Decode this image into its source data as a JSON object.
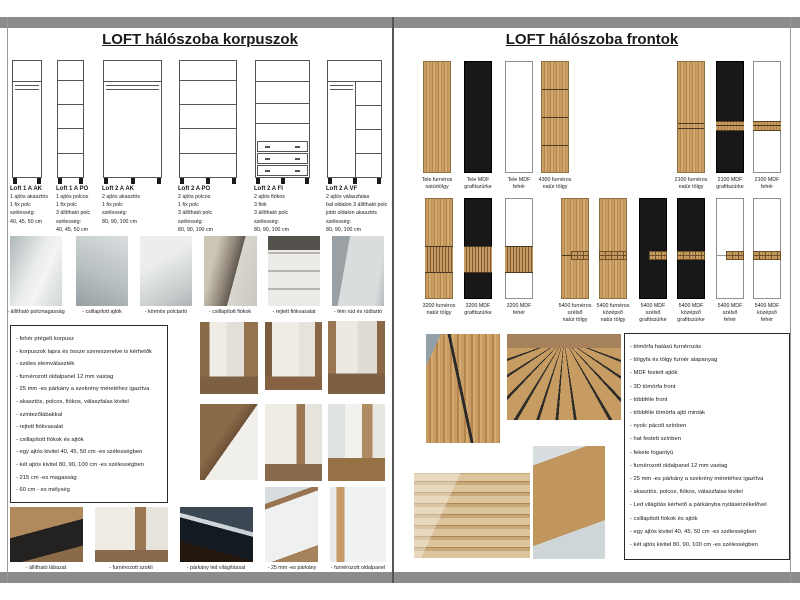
{
  "left_page": {
    "title": "LOFT hálószoba korpuszok",
    "cabinets": [
      {
        "name": "Loft 1 A AK",
        "desc": "1 ajtós akasztós\n1 fix polc\nszélesség:\n40, 45, 50 cm"
      },
      {
        "name": "Loft 1 A PO",
        "desc": "1 ajtós polcos\n1 fix polc\n3 állítható polc\nszélesség:\n40, 45, 50 cm"
      },
      {
        "name": "Loft 2 A AK",
        "desc": "2 ajtós akasztós\n1 fix polc\nszélesség:\n80, 90, 100 cm"
      },
      {
        "name": "Loft 2 A PO",
        "desc": "2 ajtós polcos\n1 fix polc\n3 állítható polc\nszélesség:\n80, 90, 100 cm"
      },
      {
        "name": "Loft 2 A FI",
        "desc": "2 ajtós fiókos\n3 fiók\n3 állítható polc\nszélesség:\n80, 90, 100 cm"
      },
      {
        "name": "Loft 2 A VF",
        "desc": "2 ajtós válaszfalas\nbal oldalon 3 állítható polc\njobb oldalon akasztós\nszélesség:\n80, 90, 100 cm"
      }
    ],
    "feature_captions": [
      "- állítható polcmagasság",
      "- csillapított ajtók",
      "- körmös polctartó",
      "- csillapított fiókok",
      "- rejtett fiókvasalat",
      "- fém rúd és rúdtartó"
    ],
    "bullets": [
      "- fehér prégelt korpusz",
      "- korpuszok lapra és össze szereszerelve is kérhetők",
      "- széles elemválaszték",
      "- furnérozott oldalpanel 12 mm vastag",
      "- 25 mm -es  párkány a szekrény méretéhez igazítva",
      "- akasztós, polcos, fiókos, válaszfalas kivitel",
      "- szintezőlábakkal",
      "- rejtett fiókvasalat",
      "- csillapított fiókok és ajtók",
      "- egy ajtós kivitel 40, 45, 50 cm -es szélességben",
      "- két ajtós kivitel 80, 90, 100 cm -es szélességben",
      "- 215 cm -es magasság",
      "- 60 cm - es mélység"
    ],
    "bottom_captions": [
      "- állítható lábazat",
      "- furnérozott szokli",
      "- párkány led világítással",
      "- 25 mm -es párkány",
      "- furnérozott oldalpanel"
    ]
  },
  "right_page": {
    "title": "LOFT hálószoba frontok",
    "fronts_row1": [
      {
        "label": "Tele furnéros\nnatúrtölgy"
      },
      {
        "label": "Tele MDF\ngrafitszürke"
      },
      {
        "label": "Tele MDF\nfehér"
      },
      {
        "label": "4300 furnéros\nnatúr tölgy"
      },
      {
        "label": "2100 furnéros\nnatúr tölgy"
      },
      {
        "label": "2100 MDF\ngrafitszürke"
      },
      {
        "label": "2100 MDF\nfehér"
      }
    ],
    "fronts_row2": [
      {
        "label": "3200 furnéros\nnatúr tölgy"
      },
      {
        "label": "3200 MDF\ngrafitszürke"
      },
      {
        "label": "3200 MDF\nfehér"
      },
      {
        "label": "5400 furnéros\nszélső\nnatúr tölgy"
      },
      {
        "label": "5400 furnéros\nközépső\nnatúr tölgy"
      },
      {
        "label": "5400 MDF\nszélső\ngrafitszürke"
      },
      {
        "label": "5400 MDF\nközépső\ngrafitszürke"
      },
      {
        "label": "5400 MDF\nszélső\nfehér"
      },
      {
        "label": "5400 MDF\nközépső\nfehér"
      }
    ],
    "bullets": [
      "- tömörfa hatású furnérozás",
      "- tölgyfa és tölgy furnér alapanyag",
      "- MDF festett ajtók",
      "- 3D tömörfa front",
      "- többféle front",
      "- többféle tömörfa ajtó minták",
      "- nyolc pácolt színben",
      "- hat festett színben",
      "- fekete fogantyú",
      "- furnérozott oldalpanel 12 mm vastag",
      "- 25 mm -es  párkány a szekrény méretéhez igazítva",
      "- akasztós, polcos, fiókos, válaszfalas kivitel",
      "- Led világítás kérhető a párkányba nyitásérzékelővel",
      "- csillapított fiókok és ajtók",
      "- egy ajtós kivitel 40, 45, 50 cm -es szélességben",
      "- két ajtós kivitel 80, 90, 100 cm -es szélességben"
    ]
  },
  "colors": {
    "wood": "#c49a62",
    "graphite": "#1a1a1a",
    "panel_white": "#ffffff",
    "bar_gray": "#8c8c8c"
  }
}
